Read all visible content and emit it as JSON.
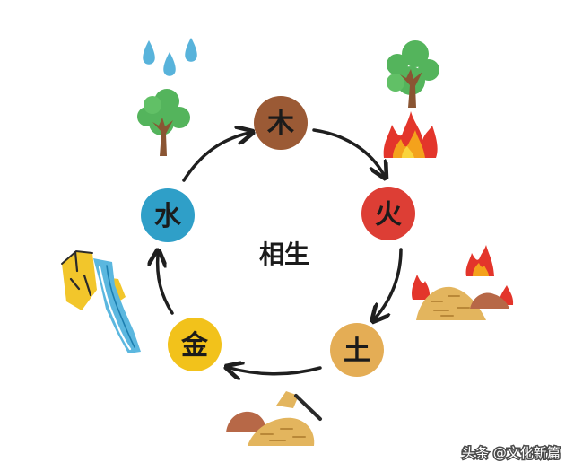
{
  "center_label": "相生",
  "nodes": {
    "wood": {
      "label": "木",
      "color": "#9b5a35"
    },
    "fire": {
      "label": "火",
      "color": "#dd3e35"
    },
    "earth": {
      "label": "土",
      "color": "#e4ad55"
    },
    "metal": {
      "label": "金",
      "color": "#f2c21b"
    },
    "water": {
      "label": "水",
      "color": "#2f9fc8"
    }
  },
  "cycle_order": [
    "wood",
    "fire",
    "earth",
    "metal",
    "water"
  ],
  "illustrations": {
    "near_wood": [
      "raindrops-icon",
      "tree-icon"
    ],
    "near_fire": [
      "tree-icon",
      "flame-icon"
    ],
    "near_earth": [
      "flames-icon",
      "earth-mound-icon"
    ],
    "near_metal": [
      "axe-head-icon",
      "earth-mound-icon"
    ],
    "near_water": [
      "rock-cliff-icon",
      "waterfall-icon"
    ]
  },
  "watermark": "头条 @文化新篇"
}
